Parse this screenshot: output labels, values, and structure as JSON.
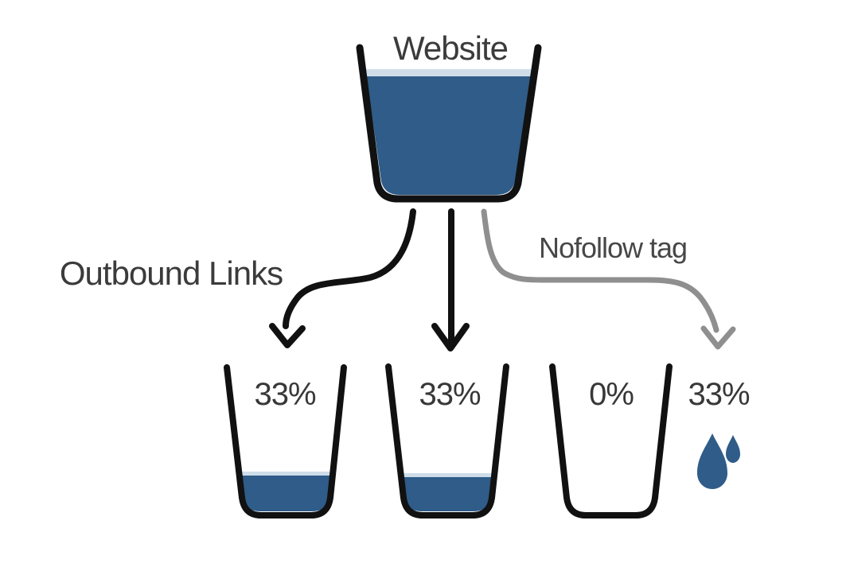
{
  "diagram": {
    "source": {
      "label": "Website",
      "state": "full"
    },
    "labels": {
      "left_flow": "Outbound Links",
      "right_flow": "Nofollow tag"
    },
    "cups": [
      {
        "id": "cup-1",
        "value": "33%",
        "state": "partially-filled"
      },
      {
        "id": "cup-2",
        "value": "33%",
        "state": "partially-filled"
      },
      {
        "id": "cup-3",
        "value": "0%",
        "state": "empty"
      },
      {
        "id": "lost",
        "value": "33%",
        "state": "lost-as-droplets"
      }
    ],
    "icons": {
      "lost_indicator": "water-droplets-icon"
    },
    "colors": {
      "water": "#2f5c88",
      "water_highlight": "#cfdde9",
      "outline": "#111111",
      "nofollow_arrow": "#8f8f8f",
      "text": "#3b3b3b",
      "background": "#ffffff"
    }
  }
}
